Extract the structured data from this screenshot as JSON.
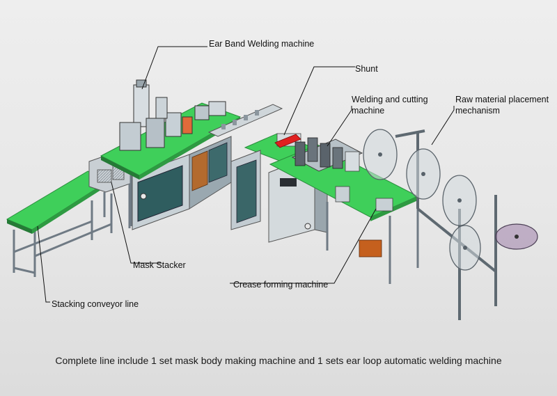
{
  "labels": {
    "ear_band_welding": "Ear Band Welding machine",
    "shunt": "Shunt",
    "welding_cutting_line1": "Welding and cutting",
    "welding_cutting_line2": "machine",
    "raw_material_line1": "Raw material placement",
    "raw_material_line2": "mechanism",
    "mask_stacker": "Mask Stacker",
    "crease_forming": "Crease forming machine",
    "stacking_conveyor": "Stacking conveyor line"
  },
  "caption": "Complete line include 1 set mask body making machine and 1 sets ear loop automatic welding machine",
  "colors": {
    "conveyor_green": "#3fcf5a",
    "frame_gray": "#7f8a95",
    "panel_teal": "#2f5d5f",
    "panel_light": "#b9c7cc",
    "accent_red": "#e02020",
    "accent_orange": "#c5601e",
    "leader_line": "#111111"
  }
}
